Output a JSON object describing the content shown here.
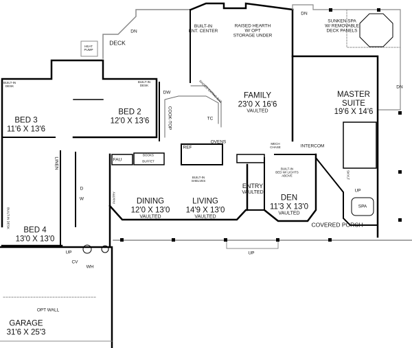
{
  "rooms": {
    "family": {
      "name": "FAMILY",
      "dim": "23'0 X 16'6",
      "note": "VAULTED"
    },
    "master": {
      "name1": "MASTER",
      "name2": "SUITE",
      "dim": "19'6 X 14'6"
    },
    "bed3": {
      "name": "BED 3",
      "dim": "11'6 X 13'6"
    },
    "bed2": {
      "name": "BED 2",
      "dim": "12'0 X 13'6"
    },
    "bed4": {
      "name": "BED 4",
      "dim": "13'0 X 13'0"
    },
    "dining": {
      "name": "DINING",
      "dim": "12'0 X 13'0",
      "note": "VAULTED"
    },
    "living": {
      "name": "LIVING",
      "dim": "14'9 X 13'0",
      "note": "VAULTED"
    },
    "den": {
      "name": "DEN",
      "dim": "11'3 X 13'0",
      "note": "VAULTED"
    },
    "entry": {
      "name": "ENTRY",
      "note": "VAULTED"
    },
    "garage": {
      "name": "GARAGE",
      "dim": "31'6 X 25'3"
    },
    "deck": {
      "name": "DECK"
    },
    "porch": {
      "name": "COVERED PORCH"
    }
  },
  "notes": {
    "heat_pump": [
      "HEAT",
      "PUMP"
    ],
    "ent_center": [
      "BUILT-IN",
      "ENT. CENTER"
    ],
    "hearth": [
      "RAISED HEARTH",
      "W/ OPT",
      "STORAGE UNDER"
    ],
    "spa_deck": [
      "SUNKEN SPA",
      "W/ REMOVABLE",
      "DECK PANELS"
    ],
    "desk": [
      "BUILT-IN",
      "DESK"
    ],
    "cooktop": "COOK-TOP",
    "dw": "DW",
    "eating_bar": "RAISED EATING BAR",
    "tc": "TC",
    "linen": "LINEN",
    "ovens": "OVENS",
    "ref": "REF",
    "shelves": [
      "BUILT-IN",
      "SHELVES"
    ],
    "fau": "FAU",
    "books": "BOOKS",
    "buffet": "BUFFET",
    "dryer": "D",
    "washer": "W",
    "pantry": "PANTRY",
    "mech": [
      "MECH",
      "CHASE"
    ],
    "intercom": "INTERCOM",
    "bed_lights": [
      "BUILT-IN",
      "BED W/ LIGHTS",
      "ABOVE"
    ],
    "skylt": "SKYLT",
    "spa": "SPA",
    "up": "UP",
    "dn": "DN",
    "cv": "CV",
    "wh": "WH",
    "opt_wall": "OPT WALL"
  }
}
